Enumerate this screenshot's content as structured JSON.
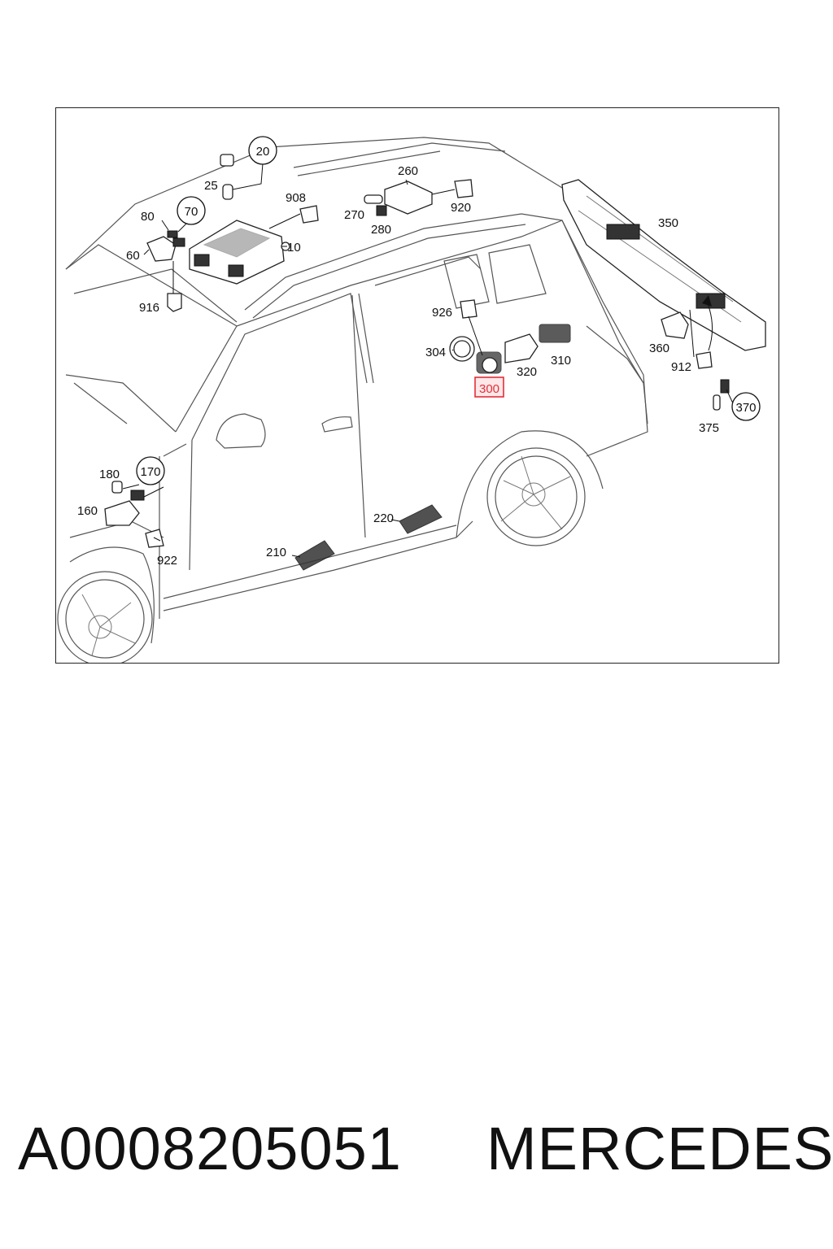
{
  "diagram": {
    "labels": {
      "l20": "20",
      "l25": "25",
      "l70": "70",
      "l80": "80",
      "l60": "60",
      "l10": "10",
      "l908": "908",
      "l916": "916",
      "l260": "260",
      "l270": "270",
      "l280": "280",
      "l920": "920",
      "l350": "350",
      "l926": "926",
      "l304": "304",
      "l300": "300",
      "l320": "320",
      "l310": "310",
      "l360": "360",
      "l912": "912",
      "l370": "370",
      "l375": "375",
      "l180": "180",
      "l170": "170",
      "l160": "160",
      "l922": "922",
      "l220": "220",
      "l210": "210"
    },
    "highlighted_part": "300",
    "highlight_color": "#e0303a"
  },
  "footer": {
    "part_number": "A0008205051",
    "brand": "MERCEDES"
  }
}
